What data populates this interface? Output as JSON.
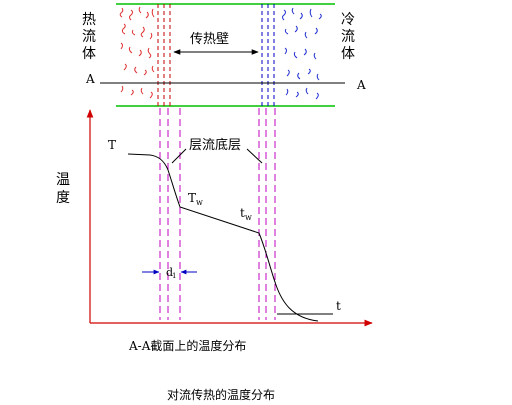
{
  "labels": {
    "hot_fluid_1": "热",
    "hot_fluid_2": "流",
    "hot_fluid_3": "体",
    "cold_fluid_1": "冷",
    "cold_fluid_2": "流",
    "cold_fluid_3": "体",
    "wall": "传热壁",
    "section_left": "A",
    "section_right": "A",
    "laminar_layer": "层流底层",
    "y_axis_1": "温",
    "y_axis_2": "度",
    "T_hot": "T",
    "T_wall_main": "T",
    "T_wall_sub": "w",
    "t_wall_main": "t",
    "t_wall_sub": "w",
    "t_cold": "t",
    "thickness_main": "d",
    "thickness_sub": "1",
    "section_caption": "A-A截面上的温度分布",
    "figure_caption": "对流传热的温度分布"
  },
  "colors": {
    "boundary": "#00c000",
    "hot_wave": "#e03030",
    "cold_wave": "#2030d0",
    "wall_hot_side": "#c00000",
    "wall_cold_side": "#0000c0",
    "laminar_guides": "#c000c0",
    "axis": "#d00000",
    "thickness_arrow": "#0000c0",
    "curve": "#000000"
  }
}
